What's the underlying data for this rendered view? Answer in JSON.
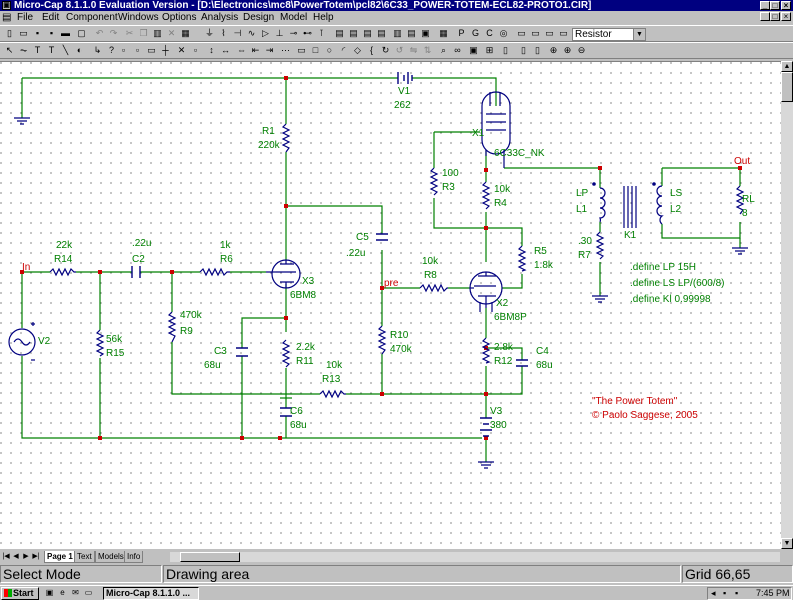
{
  "window": {
    "title": "Micro-Cap 8.1.1.0 Evaluation Version - [D:\\Electronics\\mc8\\PowerTotem\\pcl82\\6C33_POWER-TOTEM-ECL82-PROTO1.CIR]"
  },
  "menu": {
    "items": [
      "File",
      "Edit",
      "Component",
      "Windows",
      "Options",
      "Analysis",
      "Design",
      "Model",
      "Help"
    ]
  },
  "toolbar": {
    "component_combo": "Resistor"
  },
  "tabs": [
    "Page 1",
    "Text",
    "Models",
    "Info"
  ],
  "status": {
    "mode": "Select Mode",
    "area": "Drawing area",
    "grid": "Grid 66,65"
  },
  "taskbar": {
    "start": "Start",
    "task": "Micro-Cap 8.1.1.0 ...",
    "time": "7:45 PM"
  },
  "schematic": {
    "labels": {
      "v1_name": "V1",
      "v1_val": "262",
      "r1_name": "R1",
      "r1_val": "220k",
      "x1_name": "X1",
      "x1_model": "6C33C_NK",
      "r3_val": "100",
      "r3_name": "R3",
      "r4_val": "10k",
      "r4_name": "R4",
      "r5_name": "R5",
      "r5_val": "1.8k",
      "c5_name": "C5",
      "c5_val": ".22u",
      "r14_val": "22k",
      "r14_name": "R14",
      "c2_val": ".22u",
      "c2_name": "C2",
      "r6_val": "1k",
      "r6_name": "R6",
      "x3_name": "X3",
      "x3_model": "6BM8",
      "in_label": "In",
      "pre_label": "pre",
      "out_label": "Out",
      "r8_val": "10k",
      "r8_name": "R8",
      "x2_name": "X2",
      "x2_model": "6BM8P",
      "v2_name": "V2",
      "r15_val": "56k",
      "r15_name": "R15",
      "r9_val": "470k",
      "r9_name": "R9",
      "c3_name": "C3",
      "c3_val": "68u",
      "r11_val": "2.2k",
      "r11_name": "R11",
      "r10_name": "R10",
      "r10_val": "470k",
      "r12_val": "2.8k",
      "r12_name": "R12",
      "c4_name": "C4",
      "c4_val": "68u",
      "r13_val": "10k",
      "r13_name": "R13",
      "c6_name": "C6",
      "c6_val": "68u",
      "v3_name": "V3",
      "v3_val": "380",
      "lp_name": "LP",
      "l1_name": "L1",
      "r7_val": ".30",
      "r7_name": "R7",
      "k1_name": "K1",
      "ls_name": "LS",
      "l2_name": "L2",
      "rl_name": "RL",
      "rl_val": "8",
      "define_lp": ".define LP 15H",
      "define_ls": ".define LS LP/(600/8)",
      "define_kl": ".define Kl 0.99998",
      "credit_title": "\"The Power Totem\"",
      "credit_author": "© Paolo Saggese, 2005"
    }
  }
}
